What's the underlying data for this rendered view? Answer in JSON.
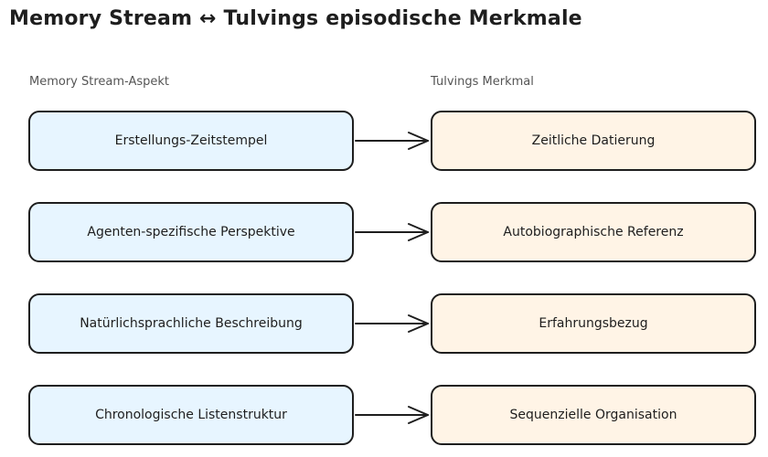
{
  "title": "Memory Stream ↔ Tulvings episodische Merkmale",
  "columns": {
    "left_header": "Memory Stream-Aspekt",
    "right_header": "Tulvings Merkmal"
  },
  "rows": [
    {
      "left": "Erstellungs-Zeitstempel",
      "right": "Zeitliche Datierung"
    },
    {
      "left": "Agenten-spezifische Perspektive",
      "right": "Autobiographische Referenz"
    },
    {
      "left": "Natürlichsprachliche Beschreibung",
      "right": "Erfahrungsbezug"
    },
    {
      "left": "Chronologische Listenstruktur",
      "right": "Sequenzielle Organisation"
    }
  ],
  "colors": {
    "left_fill": "#e7f5ff",
    "right_fill": "#fff4e6",
    "stroke": "#1e1e1e"
  }
}
